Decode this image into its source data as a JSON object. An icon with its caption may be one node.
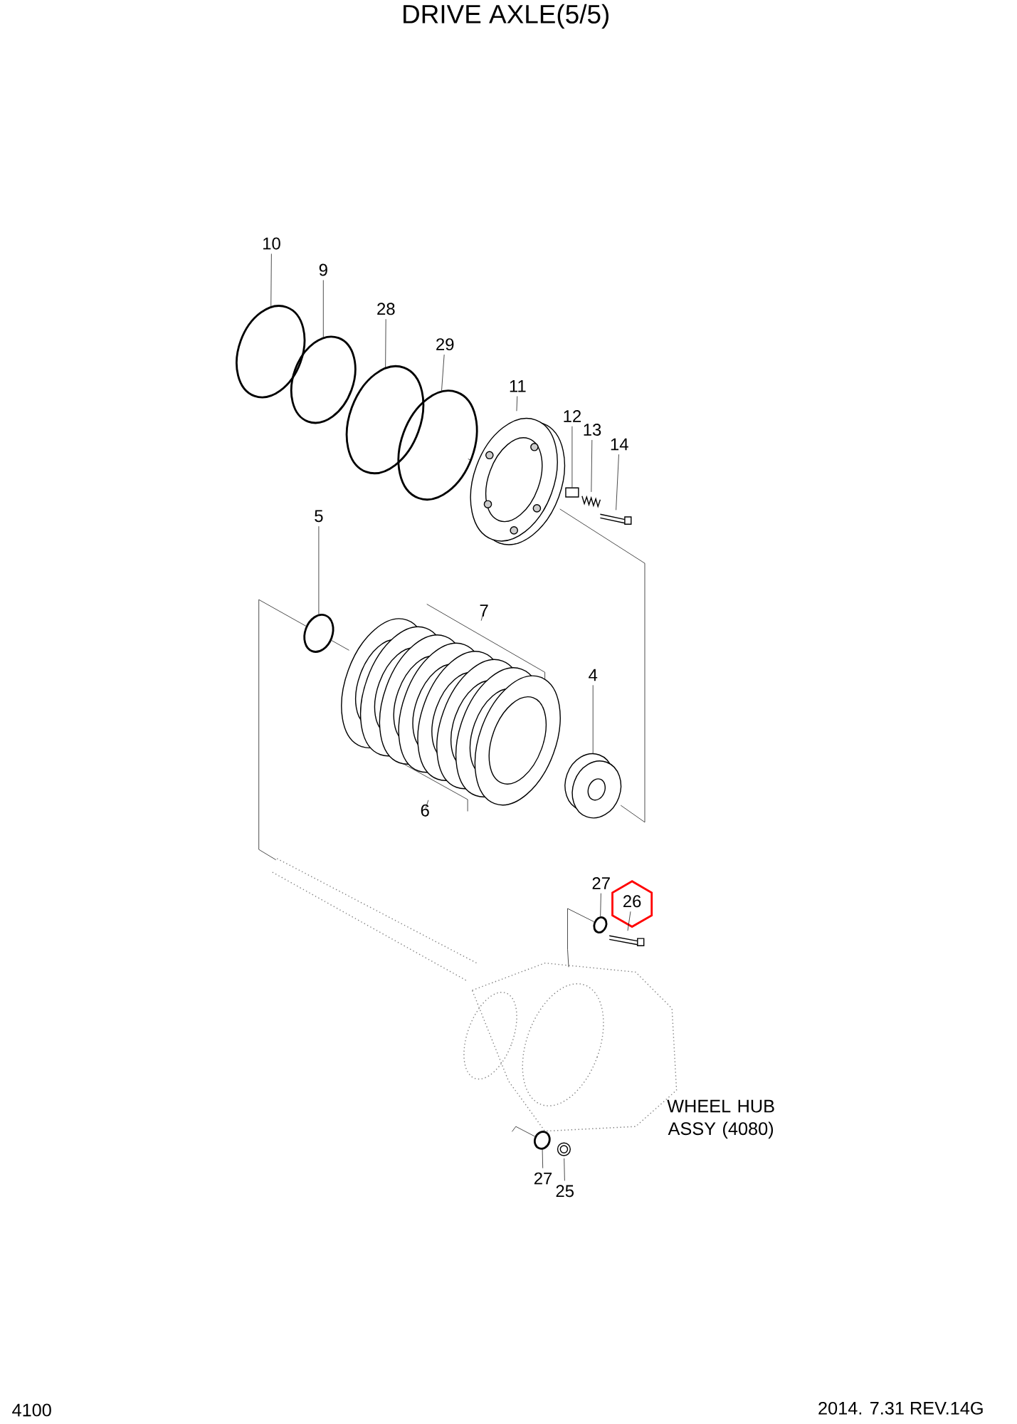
{
  "diagram": {
    "title": "DRIVE AXLE(5/5)",
    "nodes": [
      {
        "text": [
          "10"
        ]
      },
      {
        "text": [
          "9"
        ]
      },
      {
        "text": [
          "28"
        ]
      },
      {
        "text": [
          "29"
        ]
      },
      {
        "text": [
          "11"
        ]
      },
      {
        "text": [
          "12"
        ]
      },
      {
        "text": [
          "13"
        ]
      },
      {
        "text": [
          "14"
        ]
      },
      {
        "text": [
          "5"
        ]
      },
      {
        "text": [
          "7"
        ]
      },
      {
        "text": [
          "6"
        ]
      },
      {
        "text": [
          "4"
        ]
      },
      {
        "text": [
          "27"
        ]
      },
      {
        "text": [
          "26"
        ]
      },
      {
        "text": [
          "27"
        ]
      },
      {
        "text": [
          "25"
        ]
      },
      {
        "text": [],
        "shape": "circle"
      },
      {
        "text": [],
        "shape": "circle"
      },
      {
        "text": [],
        "shape": "circle"
      },
      {
        "text": [],
        "shape": "circle"
      },
      {
        "text": [],
        "shape": "picture"
      },
      {
        "text": [],
        "shape": "box"
      },
      {
        "text": [],
        "shape": "picture"
      },
      {
        "text": [],
        "shape": "picture"
      },
      {
        "text": [],
        "shape": "circle"
      },
      {
        "text": [],
        "shape": "picture"
      },
      {
        "text": [],
        "shape": "picture"
      },
      {
        "text": [],
        "shape": "circle"
      },
      {
        "text": [],
        "shape": "picture"
      },
      {
        "text": [],
        "shape": "circle"
      },
      {
        "text": [],
        "shape": "picture"
      },
      {
        "text": [],
        "shape": "picture"
      },
      {
        "text": [],
        "shape": "picture"
      }
    ],
    "edges": [
      {
        "from": 0,
        "to": 16,
        "arrow": "none"
      },
      {
        "from": 1,
        "to": 17,
        "arrow": "none"
      },
      {
        "from": 2,
        "to": 18,
        "arrow": "none"
      },
      {
        "from": 3,
        "to": 19,
        "arrow": "none"
      },
      {
        "from": 4,
        "to": 20,
        "arrow": "none"
      },
      {
        "from": 5,
        "to": 21,
        "arrow": "none"
      },
      {
        "from": 6,
        "to": 22,
        "arrow": "none"
      },
      {
        "from": 7,
        "to": 23,
        "arrow": "none"
      },
      {
        "from": 8,
        "to": 24,
        "arrow": "none"
      },
      {
        "from": 9,
        "to": 25,
        "arrow": "none"
      },
      {
        "from": 10,
        "to": 25,
        "arrow": "none"
      },
      {
        "from": 11,
        "to": 26,
        "arrow": "none"
      },
      {
        "from": 12,
        "to": 27,
        "arrow": "none"
      },
      {
        "from": 13,
        "to": 28,
        "arrow": "none"
      },
      {
        "from": 14,
        "to": 29,
        "arrow": "none"
      },
      {
        "from": 15,
        "to": 30,
        "arrow": "none"
      },
      {
        "from": 31,
        "to": 24,
        "arrow": "none"
      },
      {
        "from": 20,
        "to": 26,
        "arrow": "none"
      },
      {
        "from": 19,
        "to": 20,
        "arrow": "none"
      },
      {
        "from": 27,
        "to": 32,
        "arrow": "none"
      },
      {
        "from": 32,
        "to": 29,
        "arrow": "none"
      },
      {
        "from": 24,
        "to": 25,
        "arrow": "none"
      }
    ],
    "labels": [
      "WHEEL HUB ASSY (4080)",
      "4100",
      "2014. 7.31 REV.14G"
    ]
  }
}
